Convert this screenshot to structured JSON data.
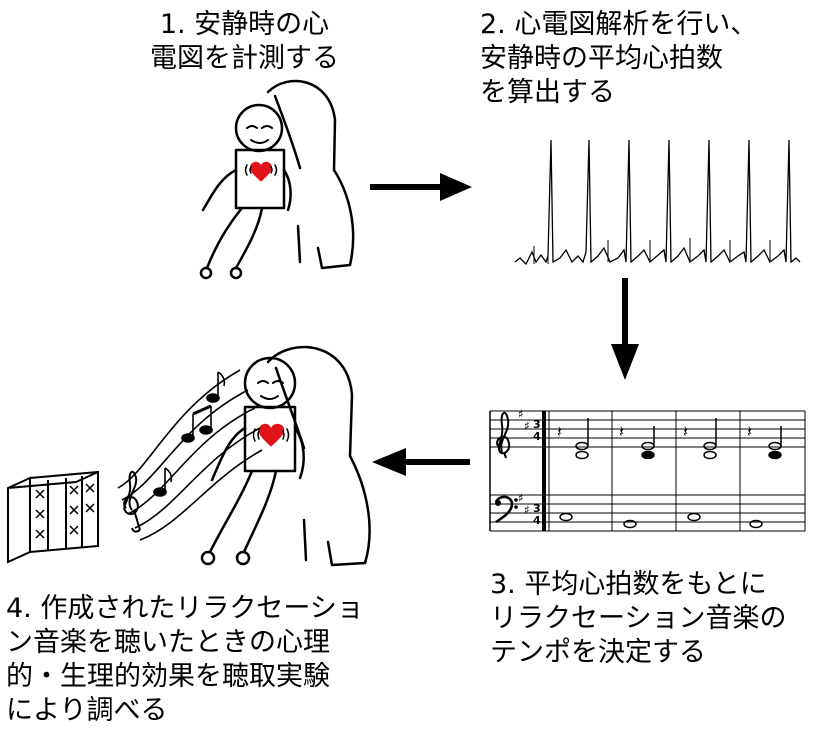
{
  "steps": [
    {
      "text": "1. 安静時の心\n電図を計測する"
    },
    {
      "text": "2. 心電図解析を行い、\n安静時の平均心拍数\nを算出する"
    },
    {
      "text": "3. 平均心拍数をもとに\nリラクセーション音楽の\nテンポを決定する"
    },
    {
      "text": "4. 作成されたリラクセーショ\nン音楽を聴いたときの心理\n的・生理的効果を聴取実験\nにより調べる"
    }
  ],
  "colors": {
    "heart": "#e0121a",
    "ink": "#000000"
  }
}
